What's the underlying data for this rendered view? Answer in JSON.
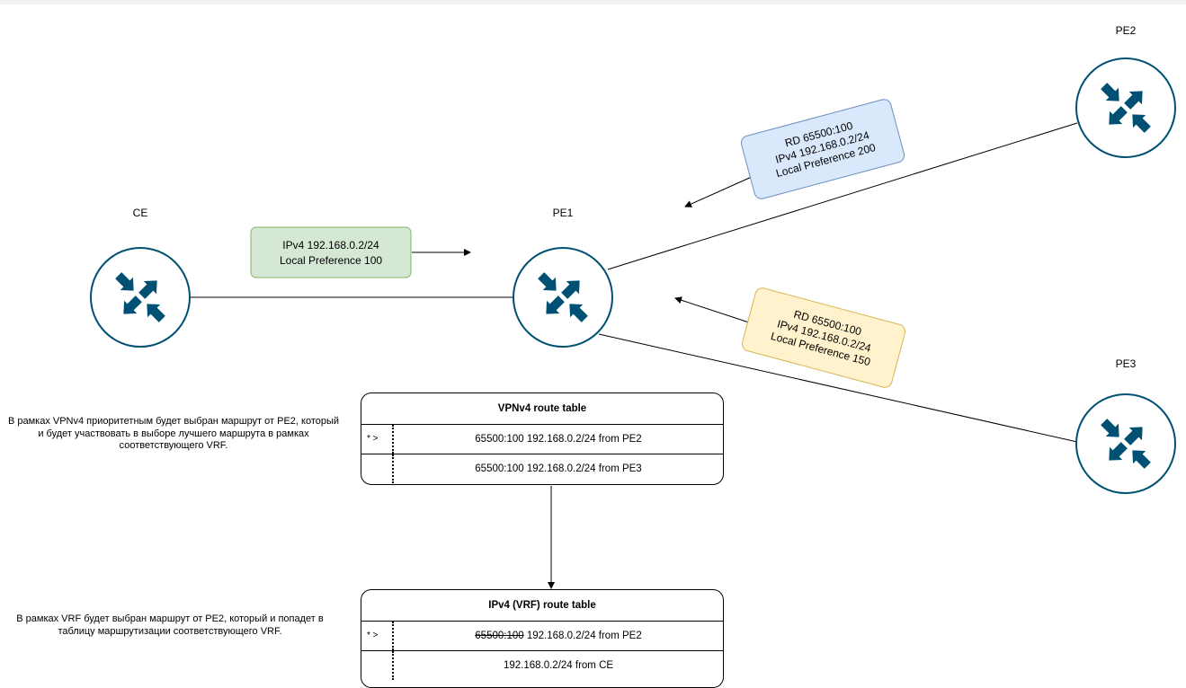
{
  "nodes": {
    "ce": {
      "label": "CE"
    },
    "pe1": {
      "label": "PE1"
    },
    "pe2": {
      "label": "PE2"
    },
    "pe3": {
      "label": "PE3"
    }
  },
  "annotations": {
    "ce_route": {
      "lines": [
        "IPv4 192.168.0.2/24",
        "Local Preference 100"
      ],
      "fill": "#d5e8d4",
      "stroke": "#82b366"
    },
    "pe2_route": {
      "lines": [
        "RD 65500:100",
        "IPv4 192.168.0.2/24",
        "Local Preference 200"
      ],
      "fill": "#dae8fc",
      "stroke": "#6c8ebf"
    },
    "pe3_route": {
      "lines": [
        "RD 65500:100",
        "IPv4 192.168.0.2/24",
        "Local Preference 150"
      ],
      "fill": "#fff2cc",
      "stroke": "#d6b656"
    }
  },
  "notes": {
    "vpnv4": "В рамках VPNv4 приоритетным будет выбран маршрут от PE2, который и будет участвовать в выборе лучшего маршрута в рамках соответствующего VRF.",
    "vrf": "В рамках VRF  будет выбран маршрут от PE2, который и попадет в таблицу маршрутизации соответствующего VRF."
  },
  "vpnv4_table": {
    "title": "VPNv4 route table",
    "rows": [
      {
        "marker": "* >",
        "text": "65500:100 192.168.0.2/24 from PE2"
      },
      {
        "marker": "",
        "text": "65500:100 192.168.0.2/24 from PE3"
      }
    ]
  },
  "vrf_table": {
    "title": "IPv4 (VRF) route table",
    "rows": [
      {
        "marker": "* >",
        "struck": "65500:100",
        "text": " 192.168.0.2/24 from PE2"
      },
      {
        "marker": "",
        "struck": "",
        "text": "192.168.0.2/24 from CE"
      }
    ]
  },
  "colors": {
    "router_fill": "#ffffff",
    "router_stroke": "#005073",
    "arrow_icon": "#005073"
  }
}
